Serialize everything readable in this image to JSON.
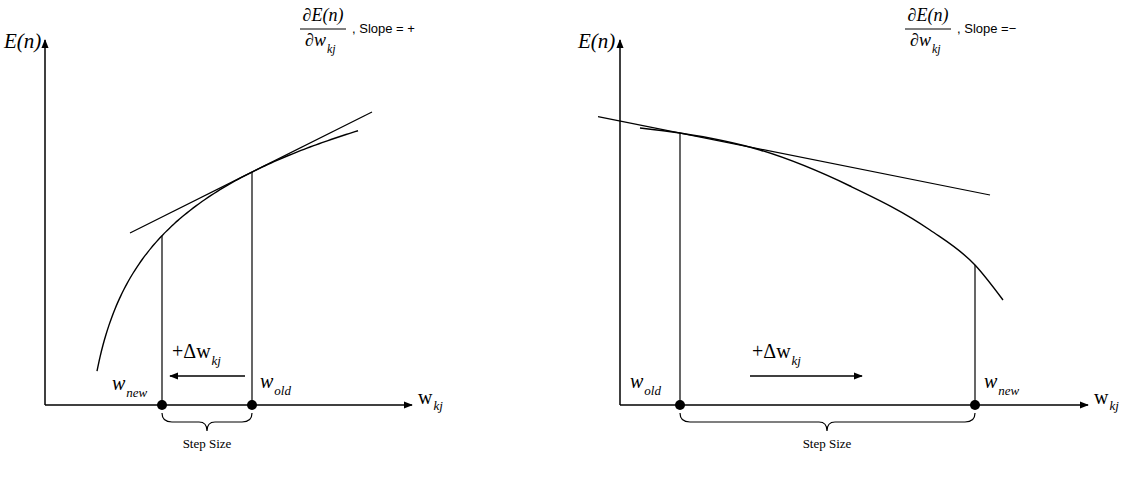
{
  "diagram": {
    "labels": [
      "E(n)",
      "∂E(n)",
      "∂w",
      "kj",
      ", Slope = +",
      "+Δw",
      "kj",
      "w",
      "new",
      "w",
      "old",
      "w",
      "kj",
      "Step Size",
      "E(n)",
      "∂E(n)",
      "∂w",
      "kj",
      ", Slope =−",
      "+Δw",
      "kj",
      "w",
      "old",
      "w",
      "new",
      "w",
      "kj",
      "Step Size"
    ]
  }
}
